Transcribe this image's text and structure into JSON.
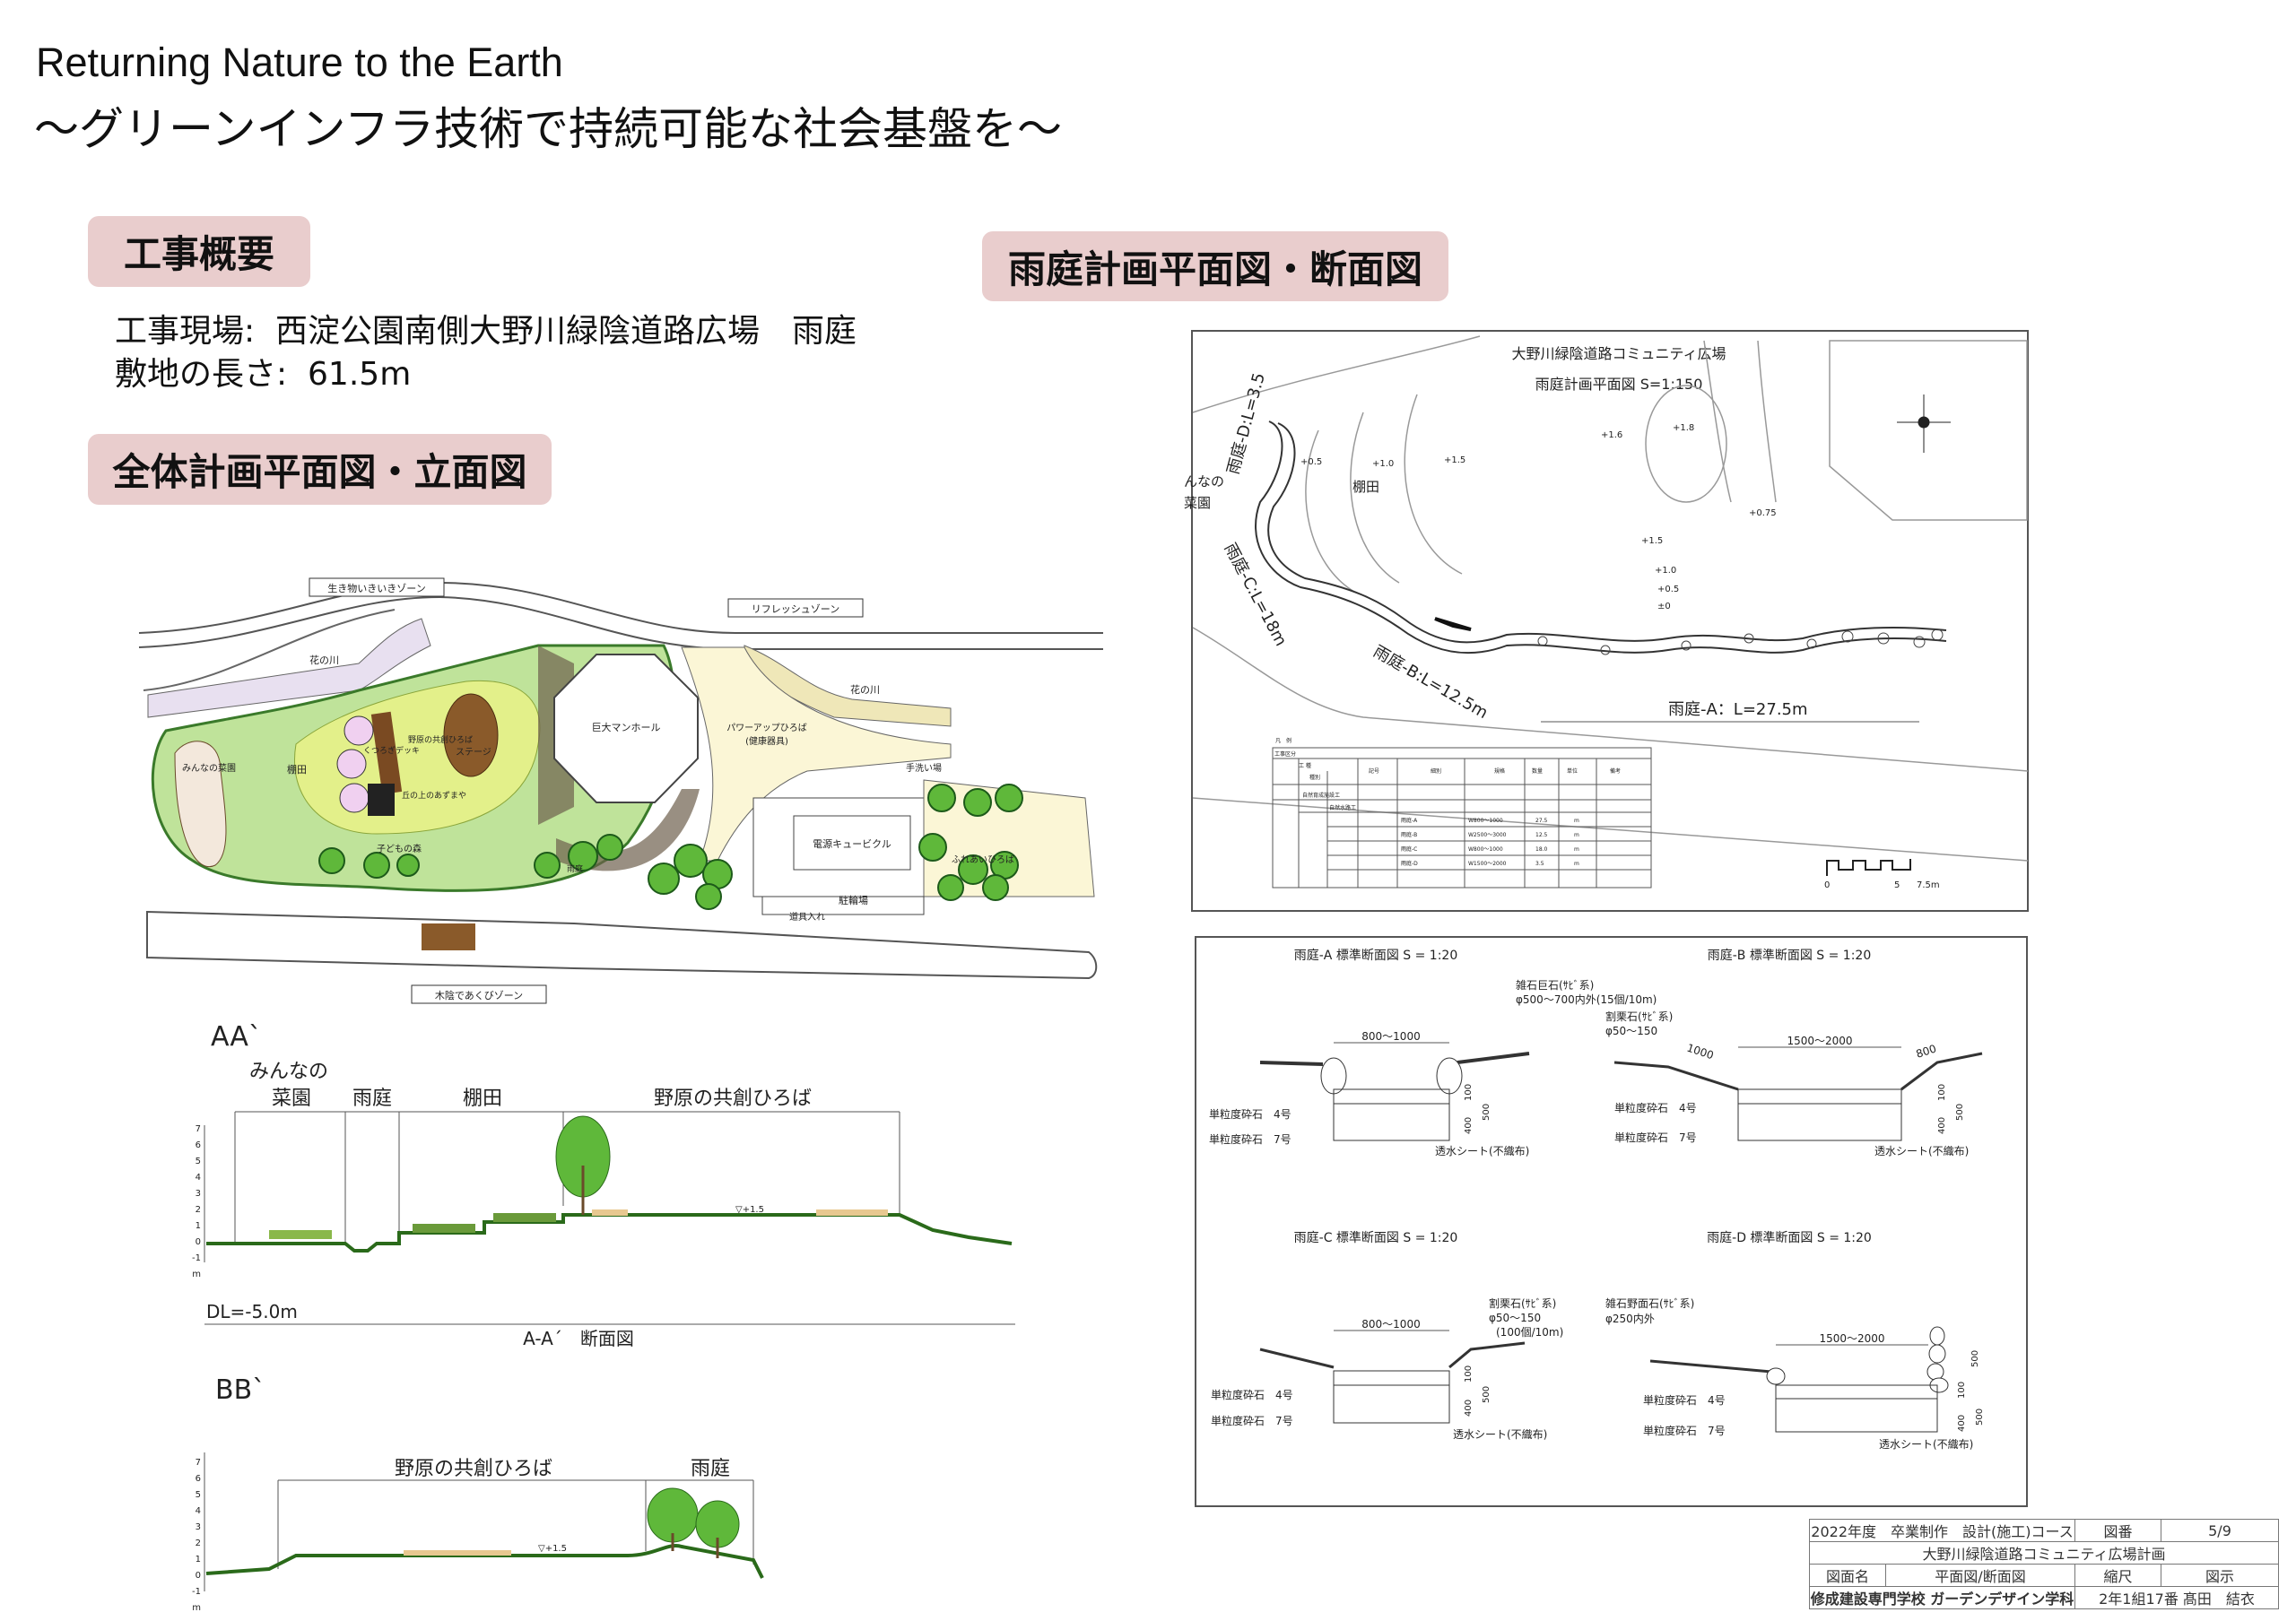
{
  "header": {
    "title_en": "Returning Nature to the Earth",
    "title_jp": "～グリーンインフラ技術で持続可能な社会基盤を～"
  },
  "overview": {
    "badge": "工事概要",
    "site_label": "工事現場:",
    "site_value": "西淀公園南側大野川緑陰道路広場　雨庭",
    "length_label": "敷地の長さ:",
    "length_value": "61.5m"
  },
  "master": {
    "badge": "全体計画平面図・立面図",
    "labels": {
      "zone_creatures": "生き物いきいきゾーン",
      "zone_refresh": "リフレッシュゾーン",
      "zone_shade": "木陰であくびゾーン",
      "flower_river_1": "花の川",
      "flower_river_2": "花の川",
      "garden": "みんなの菜園",
      "terrace": "棚田",
      "deck": "くつろぎデッキ",
      "meadow": "野原の共創ひろば",
      "stage": "ステージ",
      "gazebo": "丘の上のあずまや",
      "manhole": "巨大マンホール",
      "powerup": "パワーアップひろば",
      "powerup_sub": "(健康器具)",
      "handwash": "手洗い場",
      "cubicle": "電源キュービクル",
      "fureai": "ふれあいひろば",
      "bicycle": "駐輪場",
      "tools": "道具入れ",
      "kids_forest": "子どもの森",
      "raingarden": "雨庭"
    }
  },
  "section_aa": {
    "marker": "AA`",
    "labels": [
      "みんなの",
      "菜園",
      "雨庭",
      "棚田",
      "野原の共創ひろば"
    ],
    "yticks": [
      "7",
      "6",
      "5",
      "4",
      "3",
      "2",
      "1",
      "0",
      "-1"
    ],
    "unit": "m",
    "level": "▽+1.5",
    "datum": "DL=-5.0m",
    "caption": "A-A´　断面図"
  },
  "section_bb": {
    "marker": "BB`",
    "labels": [
      "野原の共創ひろば",
      "雨庭"
    ],
    "yticks": [
      "7",
      "6",
      "5",
      "4",
      "3",
      "2",
      "1",
      "0",
      "-1"
    ],
    "unit": "m",
    "level": "▽+1.5"
  },
  "raingarden": {
    "badge": "雨庭計画平面図・断面図",
    "plan": {
      "title": "大野川緑陰道路コミュニティ広場",
      "subtitle": "雨庭計画平面図 S=1:150",
      "terrace": "棚田",
      "garden": "んなの\n菜園",
      "garden_1": "んなの",
      "garden_2": "菜園",
      "levels": [
        "+0.5",
        "+1.0",
        "+1.5",
        "+1.6",
        "+1.8",
        "+0.75",
        "+1.5",
        "+1.0",
        "+0.5",
        "±0"
      ],
      "rg_a": "雨庭-A：L=27.5m",
      "rg_b": "雨庭-B:L=12.5m",
      "rg_c": "雨庭-C:L=18m",
      "rg_d": "雨庭-D:L=3.5",
      "legend_title": "凡　例",
      "legend_headers": [
        "工事区分",
        "工 種",
        "種別",
        "記号",
        "細別",
        "規格",
        "数量",
        "単位",
        "備考"
      ],
      "legend_groups": [
        "自然育成施設工",
        "自然水路工"
      ],
      "legend_rows": [
        [
          "雨庭-A",
          "W800～1000",
          "27.5",
          "m"
        ],
        [
          "雨庭-B",
          "W2500～3000",
          "12.5",
          "m"
        ],
        [
          "雨庭-C",
          "W800～1000",
          "18.0",
          "m"
        ],
        [
          "雨庭-D",
          "W1500～2000",
          "3.5",
          "m"
        ]
      ],
      "scale_labels": [
        "0",
        "5",
        "7.5m"
      ]
    },
    "sections": {
      "a": {
        "title": "雨庭-A 標準断面図 S = 1:20",
        "width": "800～1000",
        "stone1": "雑石巨石(ｻﾋﾞ系)",
        "stone2": "φ500～700内外(15個/10m)",
        "l4": "単粒度砕石　4号",
        "l7": "単粒度砕石　7号",
        "sheet": "透水シート(不織布)",
        "d100": "100",
        "d400": "400",
        "d500": "500"
      },
      "b": {
        "title": "雨庭-B 標準断面図 S = 1:20",
        "stone1": "割栗石(ｻﾋﾞ系)",
        "stone2": "φ50～150",
        "left": "1000",
        "width": "1500～2000",
        "right": "800",
        "l4": "単粒度砕石　4号",
        "l7": "単粒度砕石　7号",
        "sheet": "透水シート(不織布)",
        "d100": "100",
        "d400": "400",
        "d500": "500"
      },
      "c": {
        "title": "雨庭-C 標準断面図 S = 1:20",
        "width": "800～1000",
        "stone1": "割栗石(ｻﾋﾞ系)",
        "stone2": "φ50～150",
        "stone3": "(100個/10m)",
        "l4": "単粒度砕石　4号",
        "l7": "単粒度砕石　7号",
        "sheet": "透水シート(不織布)",
        "d100": "100",
        "d400": "400",
        "d500": "500"
      },
      "d": {
        "title": "雨庭-D 標準断面図 S = 1:20",
        "stone1": "雑石野面石(ｻﾋﾞ系)",
        "stone2": "φ250内外",
        "width": "1500～2000",
        "l4": "単粒度砕石　4号",
        "l7": "単粒度砕石　7号",
        "sheet": "透水シート(不織布)",
        "d100": "100",
        "d400": "400",
        "d500": "500",
        "d500b": "500"
      }
    }
  },
  "title_block": {
    "row1": "2022年度　卒業制作　設計(施工)コース",
    "fig_no_label": "図番",
    "fig_no": "5/9",
    "project": "大野川緑陰道路コミュニティ広場計画",
    "drawing_name_label": "図面名",
    "drawing_name": "平面図/断面図",
    "scale_label": "縮尺",
    "scale": "図示",
    "school": "修成建設専門学校 ガーデンデザイン学科",
    "student": "2年1組17番 髙田　結衣"
  },
  "colors": {
    "badge": "#e9cdcd",
    "green": "#7cc04a",
    "light_green": "#dff0a0",
    "brown": "#7a4a22"
  }
}
